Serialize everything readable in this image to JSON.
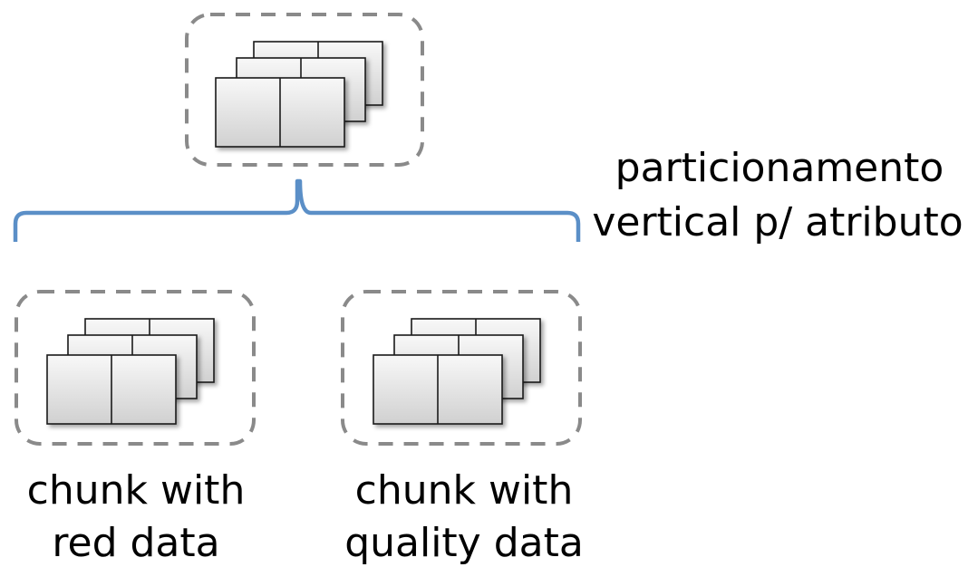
{
  "diagram": {
    "partition_label": [
      "particionamento",
      "vertical p/ atributo"
    ],
    "chunks": [
      {
        "caption": [
          "chunk with",
          "red data"
        ]
      },
      {
        "caption": [
          "chunk with",
          "quality data"
        ]
      }
    ],
    "colors": {
      "brace": "#5b8fc7",
      "dashed_border": "#8a8a8a",
      "page_fill_light": "#f8f8f8",
      "page_fill_dark": "#d0d0d0",
      "page_stroke": "#1a1a1a"
    }
  }
}
